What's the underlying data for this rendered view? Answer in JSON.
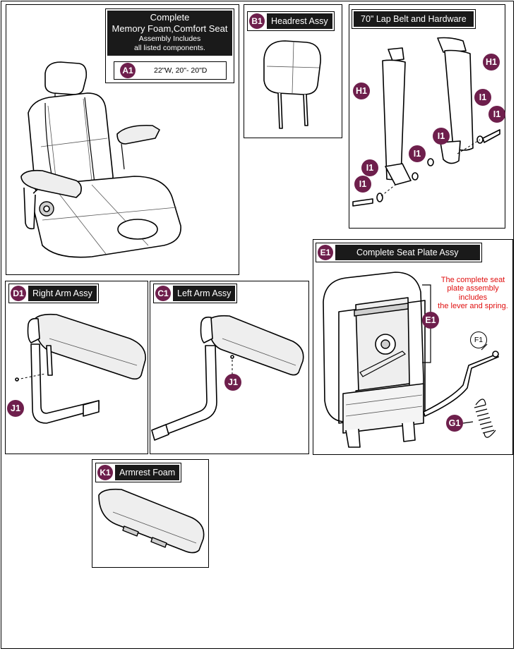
{
  "panels": {
    "seat": {
      "title": "Complete Memory Foam,Comfort Seat",
      "title_line1": "Complete",
      "title_line2": "Memory Foam,Comfort Seat",
      "subtitle_line1": "Assembly Includes",
      "subtitle_line2": "all listed components.",
      "badge": "A1",
      "size": "22\"W, 20\"- 20\"D"
    },
    "headrest": {
      "badge": "B1",
      "title": "Headrest Assy"
    },
    "lap_belt": {
      "title": "70\" Lap Belt and Hardware",
      "callouts": [
        "H1",
        "H1",
        "I1",
        "I1",
        "I1",
        "I1",
        "I1",
        "I1"
      ]
    },
    "seat_plate": {
      "badge": "E1",
      "title": "Complete Seat Plate Assy",
      "note_lines": [
        "The complete seat",
        "plate assembly",
        "includes",
        "the lever and spring."
      ],
      "callout_plate": "E1",
      "callout_lever": "F1",
      "callout_spring": "G1"
    },
    "right_arm": {
      "badge": "D1",
      "title": "Right Arm Assy",
      "callout": "J1"
    },
    "left_arm": {
      "badge": "C1",
      "title": "Left Arm Assy",
      "callout": "J1"
    },
    "armrest_foam": {
      "badge": "K1",
      "title": "Armrest Foam"
    }
  },
  "colors": {
    "badge": "#6e1f4c",
    "header_bg": "#1a1a1a",
    "note": "#e01010"
  }
}
